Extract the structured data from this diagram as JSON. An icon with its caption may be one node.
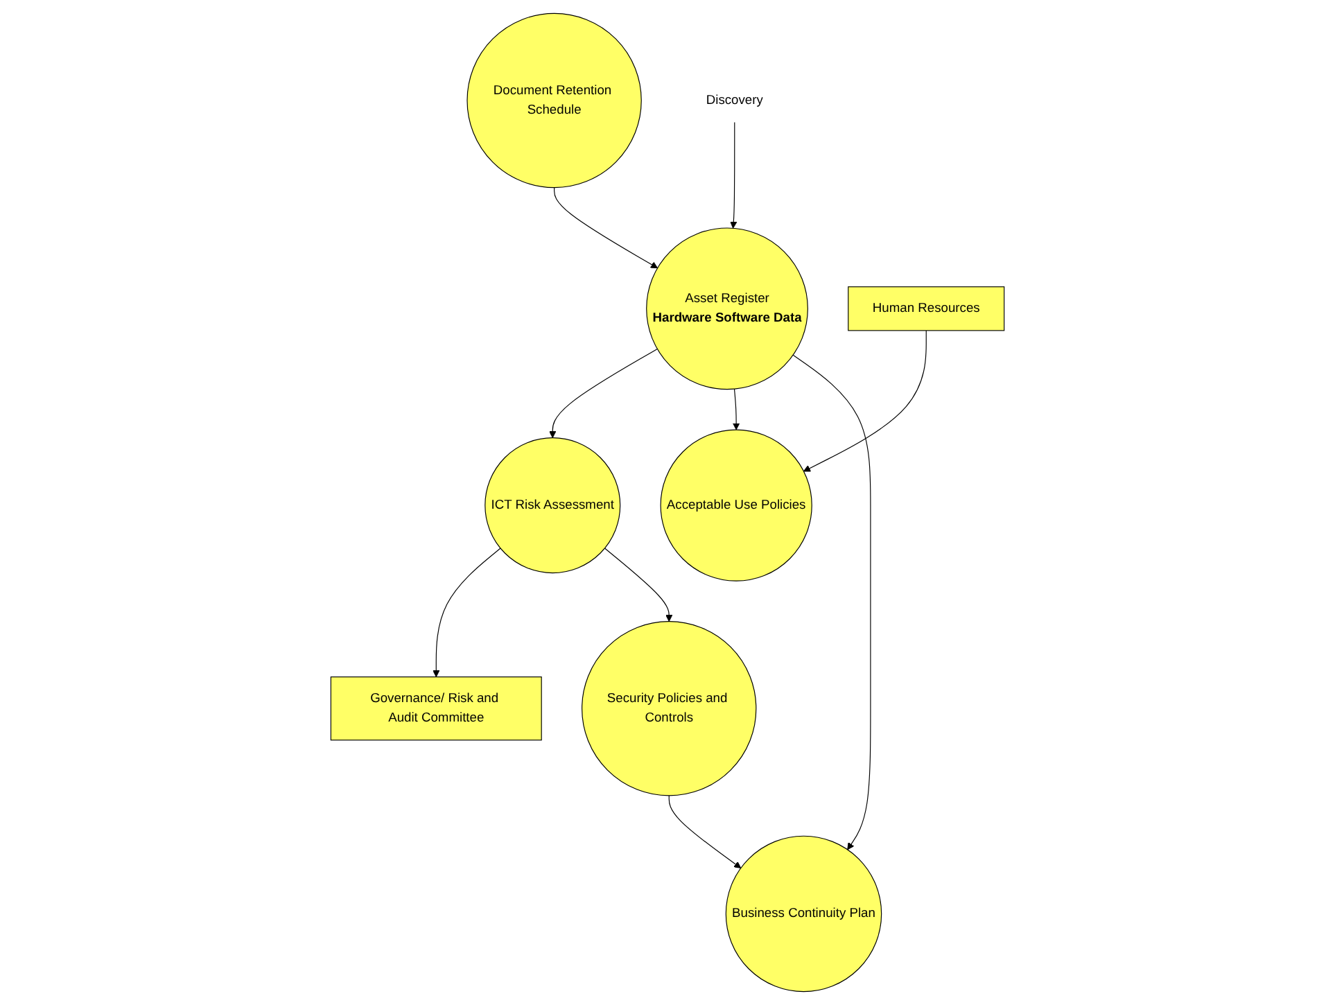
{
  "diagram": {
    "nodes": [
      {
        "text": [
          "Document Retention Schedule"
        ]
      },
      {
        "text": [
          "Discovery"
        ]
      },
      {
        "text": [
          "Governance/ Risk and Audit Committee"
        ]
      },
      {
        "text": [
          "ICT Risk Assessment"
        ]
      },
      {
        "text": [
          "Asset Register",
          "Hardware Software Data"
        ]
      },
      {
        "text": [
          "Acceptable Use Policies"
        ]
      },
      {
        "text": [
          "Security Policies and Controls"
        ]
      },
      {
        "text": [
          "Business Continuity Plan"
        ]
      },
      {
        "text": [
          "Human Resources"
        ]
      }
    ],
    "edges": [
      {
        "from": 0,
        "to": 4,
        "arrow": "to"
      },
      {
        "from": 1,
        "to": 4,
        "arrow": "to"
      },
      {
        "from": 4,
        "to": 3,
        "arrow": "to"
      },
      {
        "from": 3,
        "to": 2,
        "arrow": "to"
      },
      {
        "from": 3,
        "to": 6,
        "arrow": "to"
      },
      {
        "from": 4,
        "to": 5,
        "arrow": "to"
      },
      {
        "from": 4,
        "to": 7,
        "arrow": "to"
      },
      {
        "from": 6,
        "to": 7,
        "arrow": "to"
      },
      {
        "from": 8,
        "to": 5,
        "arrow": "to"
      }
    ]
  }
}
